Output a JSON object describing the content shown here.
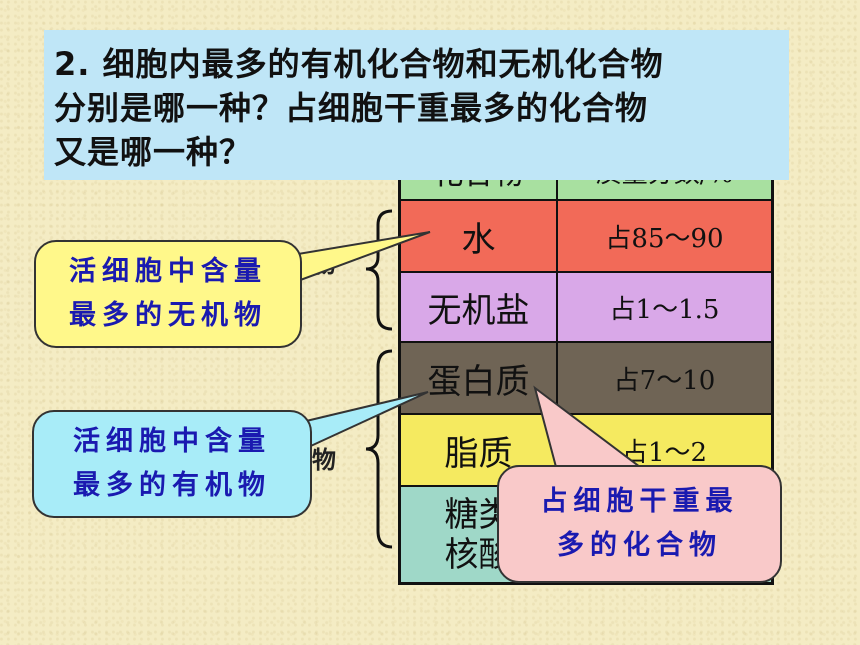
{
  "question": {
    "lines": [
      "2. 细胞内最多的有机化合物和无机化合物",
      "分别是哪一种？占细胞干重最多的化合物",
      "又是哪一种？"
    ]
  },
  "table": {
    "header": [
      "化合物",
      "质量分数/%"
    ],
    "rows": [
      {
        "name": "水",
        "value": "占85～90",
        "color": "#f26a58"
      },
      {
        "name": "无机盐",
        "value": "占1～1.5",
        "color": "#d9a8e8"
      },
      {
        "name": "蛋白质",
        "value": "占7～10",
        "color": "#6f6455"
      },
      {
        "name": "脂质",
        "value": "占1～2",
        "color": "#f5ea60"
      },
      {
        "name": "糖类和核酸",
        "value": "",
        "color": "#9fd8c8"
      }
    ],
    "name_partial": [
      "糖类",
      "核酸"
    ]
  },
  "side_labels": {
    "inorganic_partial": "物",
    "organic_partial": "物"
  },
  "callouts": {
    "inorganic": {
      "line1": "活细胞中含量",
      "line2": "最多的无机物",
      "color": "#fff88a"
    },
    "organic": {
      "line1": "活细胞中含量",
      "line2": "最多的有机物",
      "color": "#a8ecf8"
    },
    "dry_weight": {
      "line1": "占细胞干重最",
      "line2": "多的化合物",
      "color": "#f9c9c9"
    }
  }
}
